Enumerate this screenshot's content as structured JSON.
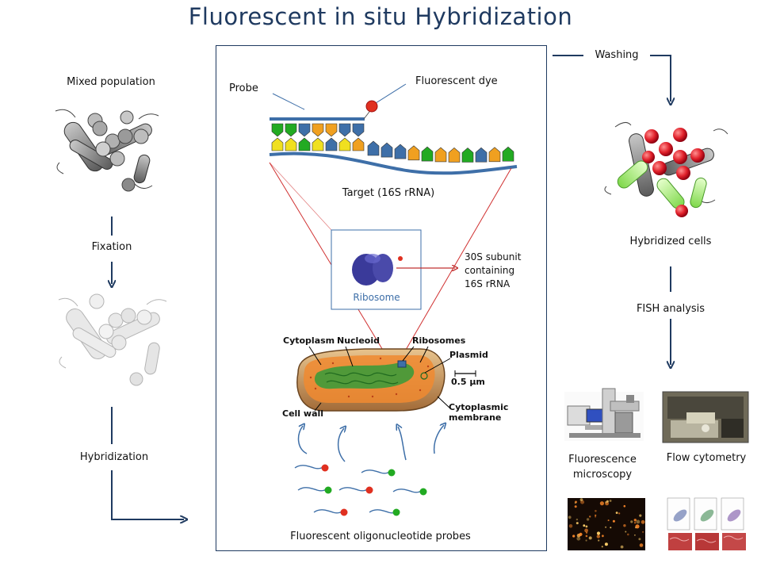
{
  "title": "Fluorescent in situ Hybridization",
  "left": {
    "mixed_population": "Mixed population",
    "fixation": "Fixation",
    "hybridization": "Hybridization"
  },
  "center": {
    "probe": "Probe",
    "fluorescent_dye": "Fluorescent dye",
    "target": "Target (16S rRNA)",
    "ribosome": "Ribosome",
    "subunit_lines": [
      "30S subunit",
      "containing",
      "16S rRNA"
    ],
    "cell_labels": {
      "cytoplasm": "Cytoplasm",
      "nucleoid": "Nucleoid",
      "ribosomes": "Ribosomes",
      "plasmid": "Plasmid",
      "scale": "0.5 µm",
      "cell_wall": "Cell wall",
      "cytoplasmic_membrane_1": "Cytoplasmic",
      "cytoplasmic_membrane_2": "membrane"
    },
    "probes_caption": "Fluorescent oligonucleotide probes"
  },
  "right": {
    "washing": "Washing",
    "hybridized_cells": "Hybridized cells",
    "fish_analysis": "FISH analysis",
    "fluorescence_microscopy_1": "Fluorescence",
    "fluorescence_microscopy_2": "microscopy",
    "flow_cytometry": "Flow cytometry"
  },
  "colors": {
    "title": "#1f3a60",
    "arrow": "#1f3a60",
    "probe_dye": "#e03020",
    "probe_green": "#22aa22",
    "rna_blue": "#3e6fa8",
    "rna_orange": "#f0a020",
    "rna_yellow": "#f0e020",
    "target_line": "#d03030"
  }
}
